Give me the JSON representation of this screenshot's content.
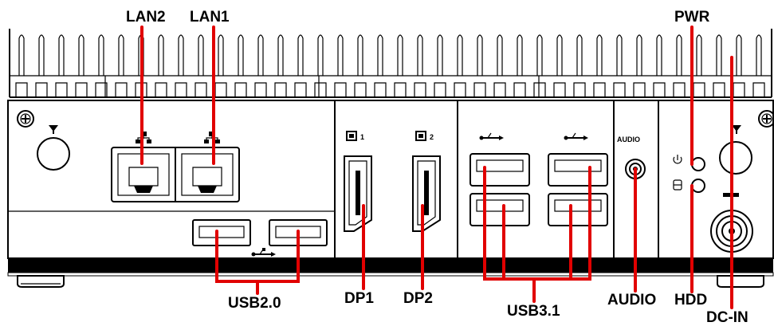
{
  "labels": {
    "lan2": "LAN2",
    "lan1": "LAN1",
    "pwr": "PWR",
    "usb20": "USB2.0",
    "dp1": "DP1",
    "dp2": "DP2",
    "usb31": "USB3.1",
    "audio": "AUDIO",
    "hdd": "HDD",
    "dcin": "DC-IN"
  },
  "panel_marks": {
    "dp1": "1",
    "dp2": "2",
    "audio": "AUDIO"
  },
  "colors": {
    "callout": "#e10000",
    "outline": "#000000",
    "background": "#ffffff"
  },
  "icons": [
    "screw-icon",
    "antenna-icon",
    "network-icon",
    "usb-icon",
    "displayport-icon",
    "power-icon",
    "hdd-icon"
  ]
}
